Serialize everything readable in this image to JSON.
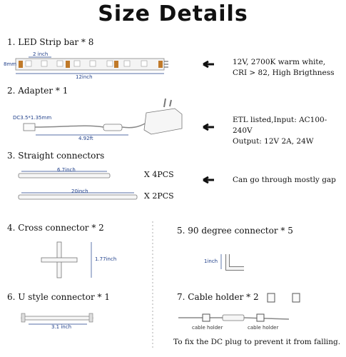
{
  "title": "Size Details",
  "sections": {
    "led": {
      "heading": "1. LED Strip bar * 8",
      "dim_width": "2 inch",
      "dim_height": "8mm",
      "dim_length": "12inch",
      "spec_lines": [
        "12V, 2700K warm white,",
        "CRI > 82, High Brigthness"
      ]
    },
    "adapter": {
      "heading": "2. Adapter * 1",
      "dim_plug": "DC3.5*1.35mm",
      "dim_cable": "4.92ft",
      "spec_lines": [
        "ETL listed,Input: AC100-240V",
        "Output: 12V 2A, 24W"
      ]
    },
    "straight": {
      "heading": "3. Straight connectors",
      "dim_short": "6.7inch",
      "dim_long": "20inch",
      "qty_short": "X 4PCS",
      "qty_long": "X 2PCS",
      "note": "Can go through mostly gap"
    },
    "cross": {
      "heading": "4. Cross connector * 2",
      "dim": "1.77inch"
    },
    "degree": {
      "heading": "5. 90 degree connector * 5",
      "dim": "1inch"
    },
    "ustyle": {
      "heading": "6. U style connector * 1",
      "dim": "3.1 inch"
    },
    "holder": {
      "heading": "7. Cable holder * 2",
      "label_left": "cable holder",
      "label_right": "cable holder",
      "note": "To fix the DC plug to prevent it from falling."
    }
  }
}
